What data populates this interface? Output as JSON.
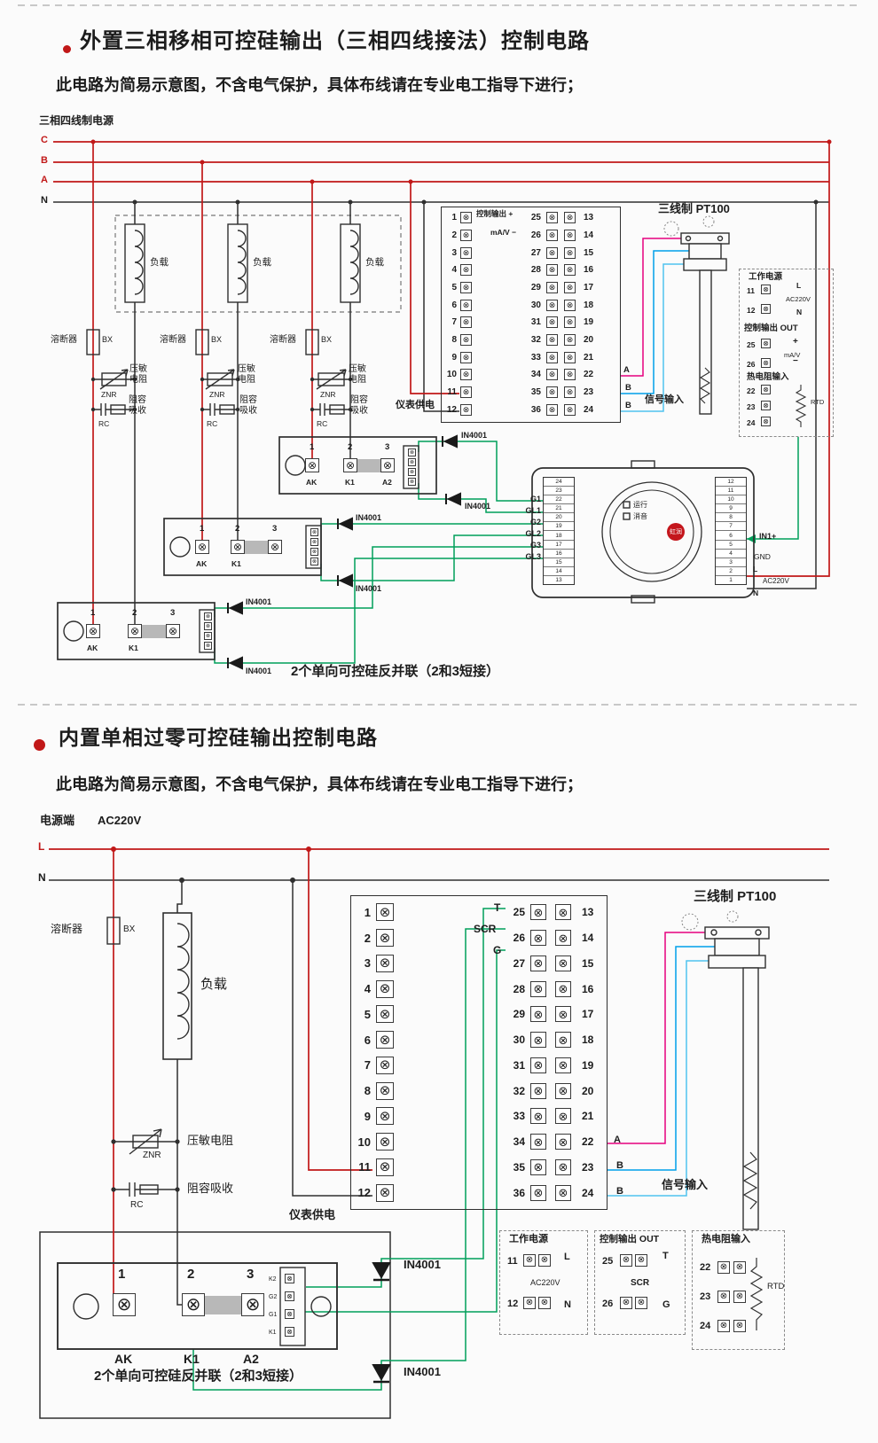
{
  "icons": {
    "screw": "⊗"
  },
  "colors": {
    "red": "#c11818",
    "dark": "#2f2f2f",
    "green": "#00a05a",
    "pink": "#e6007e",
    "blue": "#00a0e9",
    "blue2": "#4fc3ef",
    "short_bar": "#b8b8b8"
  },
  "shared": {
    "subtitle": "此电路为简易示意图，不含电气保护，具体布线请在专业电工指导下进行；",
    "load": "负载",
    "fuse": "溶断器",
    "fuse_code": "BX",
    "znr": "ZNR",
    "rc": "RC",
    "varistor": "压敏电阻",
    "rc_full": "阻容吸收",
    "meter_supply": "仪表供电",
    "pt100": "三线制 PT100",
    "signal_input": "信号输入",
    "work_power": "工作电源",
    "ctrl_out_out": "控制输出 OUT",
    "rtd_input": "热电阻输入",
    "ac220v": "AC220V",
    "rtd": "RTD",
    "diode": "IN4001",
    "caption": "2个单向可控硅反并联（2和3短接）",
    "l": "L",
    "n": "N",
    "a": "A",
    "b": "B",
    "plus": "+",
    "minus": "−",
    "mav": "mA/V",
    "t": "T",
    "scr": "SCR",
    "g": "G",
    "num1": "1",
    "num2": "2",
    "num3": "3",
    "ak": "AK",
    "k1": "K1",
    "a2": "A2",
    "rows": [
      {
        "l": "1",
        "m": "25",
        "r": "13"
      },
      {
        "l": "2",
        "m": "26",
        "r": "14"
      },
      {
        "l": "3",
        "m": "27",
        "r": "15"
      },
      {
        "l": "4",
        "m": "28",
        "r": "16"
      },
      {
        "l": "5",
        "m": "29",
        "r": "17"
      },
      {
        "l": "6",
        "m": "30",
        "r": "18"
      },
      {
        "l": "7",
        "m": "31",
        "r": "19"
      },
      {
        "l": "8",
        "m": "32",
        "r": "20"
      },
      {
        "l": "9",
        "m": "33",
        "r": "21"
      },
      {
        "l": "10",
        "m": "34",
        "r": "22"
      },
      {
        "l": "11",
        "m": "35",
        "r": "23"
      },
      {
        "l": "12",
        "m": "36",
        "r": "24"
      }
    ],
    "rtd_rows": [
      "22",
      "23",
      "24"
    ],
    "work_rows": [
      {
        "n": "11",
        "lab": "L"
      },
      {
        "n": "12",
        "lab": "N"
      }
    ],
    "out_rows_top": [
      {
        "n": "25",
        "lab": "+"
      },
      {
        "n": "26",
        "lab": "−"
      }
    ],
    "out_rows_bottom": [
      {
        "n": "25",
        "lab": "T"
      },
      {
        "n": "26",
        "lab": "G"
      }
    ],
    "conn_labels": [
      "K2",
      "G2",
      "G1",
      "K1"
    ]
  },
  "s1": {
    "title": "外置三相移相可控硅输出（三相四线接法）控制电路",
    "power_label": "三相四线制电源",
    "pc": "C",
    "pb": "B",
    "pa": "A",
    "pn": "N",
    "var_l1": "压敏",
    "var_l2": "电阻",
    "rc_l1": "阻容",
    "rc_l2": "吸收",
    "ctrl_out_plus": "控制输出 +",
    "mav_minus": "mA/V −",
    "gates": [
      "G1",
      "GL1",
      "G2",
      "GL2",
      "G3",
      "GL3"
    ],
    "controller": {
      "run": "运行",
      "mute": "消音",
      "brand": "虹润",
      "in1": "IN1+",
      "gnd": "GND",
      "left_nums": [
        "24",
        "23",
        "22",
        "21",
        "20",
        "19",
        "18",
        "17",
        "16",
        "15",
        "14",
        "13"
      ],
      "right_nums": [
        "12",
        "11",
        "10",
        "9",
        "8",
        "7",
        "6",
        "5",
        "4",
        "3",
        "2",
        "1"
      ]
    }
  },
  "s2": {
    "title": "内置单相过零可控硅输出控制电路",
    "source_label": "电源端"
  }
}
